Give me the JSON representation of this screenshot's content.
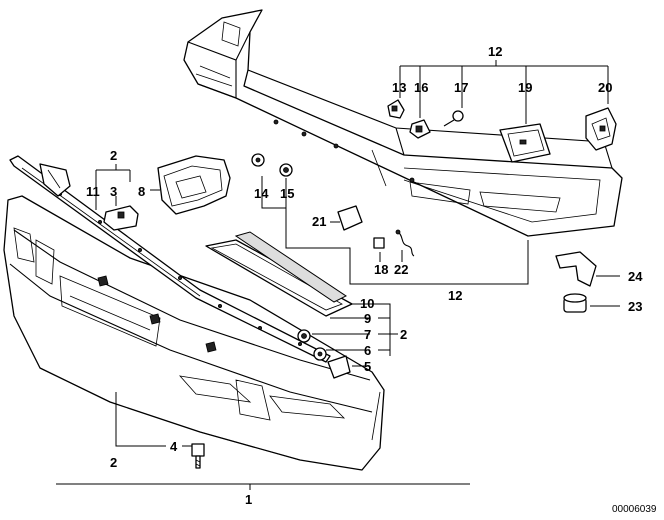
{
  "diagram": {
    "document_number": "00006039",
    "callouts": {
      "c1": "1",
      "c2_top": "2",
      "c2_right": "2",
      "c2_bottom": "2",
      "c3": "3",
      "c4": "4",
      "c5": "5",
      "c6": "6",
      "c7": "7",
      "c8": "8",
      "c9": "9",
      "c10": "10",
      "c11": "11",
      "c12_top": "12",
      "c12_bottom": "12",
      "c13": "13",
      "c14": "14",
      "c15": "15",
      "c16": "16",
      "c17": "17",
      "c18": "18",
      "c19": "19",
      "c20": "20",
      "c21": "21",
      "c22": "22",
      "c23": "23",
      "c24": "24"
    }
  }
}
